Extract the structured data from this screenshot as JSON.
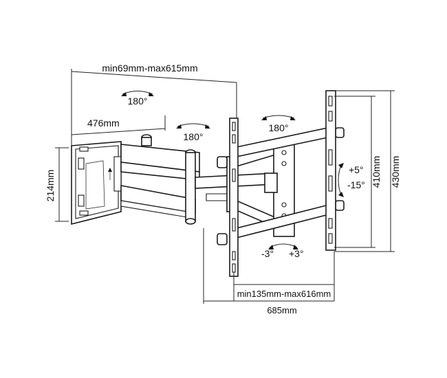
{
  "dimensions": {
    "wall_to_back": "min69mm-max615mm",
    "wall_plate_width": "476mm",
    "wall_plate_height": "214mm",
    "tv_plate_inner_height": "410mm",
    "tv_plate_outer_height": "430mm",
    "tv_distance": "min135mm-max616mm",
    "total_width": "685mm"
  },
  "rotation_labels": {
    "swivel_wall": "180°",
    "swivel_arm": "180°",
    "swivel_head": "180°",
    "tilt_up": "+5°",
    "tilt_down": "-15°",
    "level_minus": "-3°",
    "level_plus": "+3°"
  }
}
